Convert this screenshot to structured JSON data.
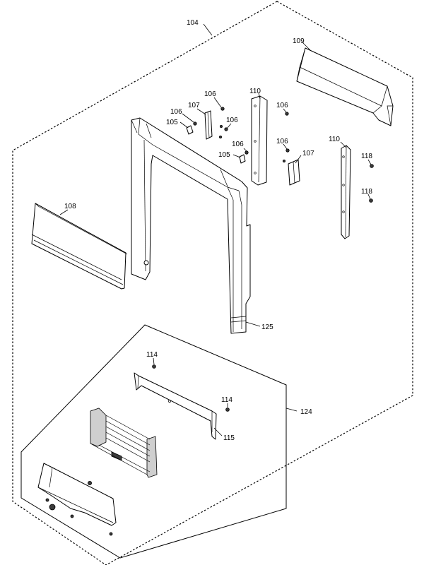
{
  "labels": {
    "l104": "104",
    "l105a": "105",
    "l105b": "105",
    "l106a": "106",
    "l106b": "106",
    "l106c": "106",
    "l106d": "106",
    "l106e": "106",
    "l107a": "107",
    "l107b": "107",
    "l108": "108",
    "l109": "109",
    "l110a": "110",
    "l110b": "110",
    "l114a": "114",
    "l114b": "114",
    "l115": "115",
    "l118a": "118",
    "l118b": "118",
    "l124": "124",
    "l125": "125"
  }
}
